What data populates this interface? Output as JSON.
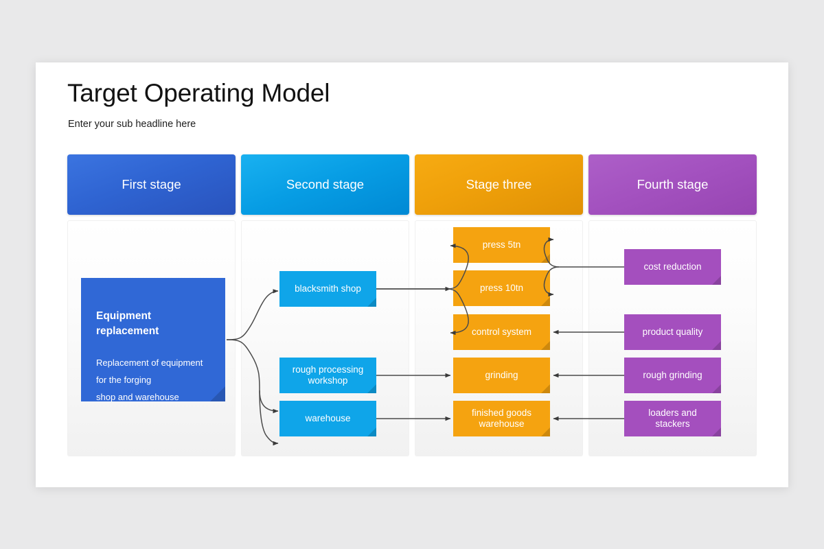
{
  "slide": {
    "title": "Target Operating Model",
    "subtitle": "Enter your sub headline here",
    "background_color": "#e9e9ea",
    "card_color": "#ffffff"
  },
  "stages": [
    {
      "name": "stage-one",
      "label": "First stage",
      "color": "#2f64d2"
    },
    {
      "name": "stage-two",
      "label": "Second stage",
      "color": "#079de4"
    },
    {
      "name": "stage-three",
      "label": "Stage three",
      "color": "#efa00a"
    },
    {
      "name": "stage-four",
      "label": "Fourth stage",
      "color": "#a351bf"
    }
  ],
  "nodes": {
    "equipment": {
      "title": "Equipment\nreplacement",
      "desc": "Replacement of equipment\nfor the forging\nshop and warehouse",
      "color": "#3068d6"
    },
    "col2": [
      {
        "name": "blacksmith-shop",
        "label": "blacksmith shop",
        "color": "#0fa5e9"
      },
      {
        "name": "rough-processing",
        "label": "rough processing\nworkshop",
        "color": "#0fa5e9"
      },
      {
        "name": "warehouse",
        "label": "warehouse",
        "color": "#0fa5e9"
      }
    ],
    "col3": [
      {
        "name": "press-5tn",
        "label": "press 5tn",
        "color": "#f5a310"
      },
      {
        "name": "press-10tn",
        "label": "press 10tn",
        "color": "#f5a310"
      },
      {
        "name": "control-system",
        "label": "control system",
        "color": "#f5a310"
      },
      {
        "name": "grinding",
        "label": "grinding",
        "color": "#f5a310"
      },
      {
        "name": "finished-goods",
        "label": "finished goods\nwarehouse",
        "color": "#f5a310"
      }
    ],
    "col4": [
      {
        "name": "cost-reduction",
        "label": "cost reduction",
        "color": "#a44fbe"
      },
      {
        "name": "product-quality",
        "label": "product quality",
        "color": "#a44fbe"
      },
      {
        "name": "rough-grinding",
        "label": "rough grinding",
        "color": "#a44fbe"
      },
      {
        "name": "loaders-and-stackers",
        "label": "loaders and\nstackers",
        "color": "#a44fbe"
      }
    ]
  }
}
